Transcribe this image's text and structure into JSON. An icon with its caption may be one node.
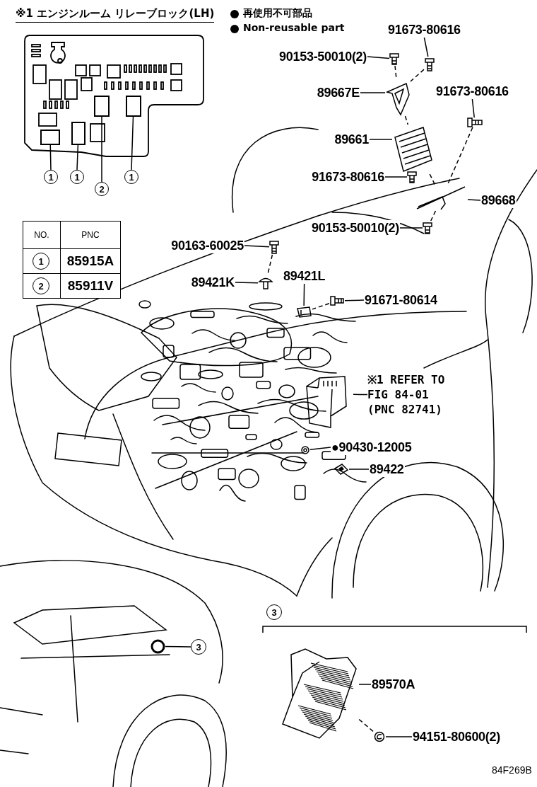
{
  "diagram": {
    "nodes": [
      {
        "text": [
          "91673-80616"
        ]
      },
      {
        "text": [],
        "shape": "picture"
      },
      {
        "text": [
          "90153-50010(2)"
        ]
      },
      {
        "text": [],
        "shape": "picture"
      },
      {
        "text": [
          "89667E"
        ]
      },
      {
        "text": [],
        "shape": "picture"
      },
      {
        "text": [
          "91673-80616"
        ]
      },
      {
        "text": [],
        "shape": "picture"
      },
      {
        "text": [
          "89661"
        ]
      },
      {
        "text": [],
        "shape": "picture"
      },
      {
        "text": [
          "91673-80616"
        ]
      },
      {
        "text": [],
        "shape": "picture"
      },
      {
        "text": [
          "89668"
        ]
      },
      {
        "text": [],
        "shape": "picture"
      },
      {
        "text": [
          "90153-50010(2)"
        ]
      },
      {
        "text": [],
        "shape": "picture"
      },
      {
        "text": [
          "90163-60025"
        ]
      },
      {
        "text": [],
        "shape": "picture"
      },
      {
        "text": [
          "89421K"
        ]
      },
      {
        "text": [],
        "shape": "picture"
      },
      {
        "text": [
          "89421L"
        ]
      },
      {
        "text": [],
        "shape": "picture"
      },
      {
        "text": [
          "91671-80614"
        ]
      },
      {
        "text": [],
        "shape": "picture"
      },
      {
        "text": [
          "※1 REFER TO FIG 84-01 (PNC 82741)"
        ]
      },
      {
        "text": [],
        "shape": "picture"
      },
      {
        "text": [
          "●90430-12005"
        ]
      },
      {
        "text": [],
        "shape": "picture"
      },
      {
        "text": [
          "89422"
        ]
      },
      {
        "text": [],
        "shape": "picture"
      },
      {
        "text": [
          "3"
        ]
      },
      {
        "text": [],
        "shape": "circle"
      },
      {
        "text": [
          "89570A"
        ]
      },
      {
        "text": [],
        "shape": "picture"
      },
      {
        "text": [
          "94151-80600(2)"
        ]
      },
      {
        "text": [],
        "shape": "picture"
      },
      {
        "text": [
          "1"
        ]
      },
      {
        "text": [],
        "shape": "box"
      },
      {
        "text": [
          "1"
        ]
      },
      {
        "text": [],
        "shape": "box"
      },
      {
        "text": [
          "2"
        ]
      },
      {
        "text": [],
        "shape": "box"
      },
      {
        "text": [
          "1"
        ]
      },
      {
        "text": [],
        "shape": "box"
      },
      {
        "text": [
          "1"
        ]
      },
      {
        "text": [
          "2"
        ]
      },
      {
        "text": [
          "3"
        ]
      }
    ],
    "edges": [
      {
        "from": 0,
        "to": 1,
        "arrow": "none"
      },
      {
        "from": 2,
        "to": 3,
        "arrow": "none"
      },
      {
        "from": 4,
        "to": 5,
        "arrow": "none"
      },
      {
        "from": 6,
        "to": 7,
        "arrow": "none"
      },
      {
        "from": 8,
        "to": 9,
        "arrow": "none"
      },
      {
        "from": 10,
        "to": 11,
        "arrow": "none"
      },
      {
        "from": 12,
        "to": 13,
        "arrow": "none"
      },
      {
        "from": 14,
        "to": 15,
        "arrow": "none"
      },
      {
        "from": 16,
        "to": 17,
        "arrow": "none"
      },
      {
        "from": 18,
        "to": 19,
        "arrow": "none"
      },
      {
        "from": 20,
        "to": 21,
        "arrow": "none"
      },
      {
        "from": 22,
        "to": 23,
        "arrow": "none"
      },
      {
        "from": 24,
        "to": 25,
        "arrow": "none"
      },
      {
        "from": 26,
        "to": 27,
        "arrow": "none"
      },
      {
        "from": 28,
        "to": 29,
        "arrow": "none"
      },
      {
        "from": 30,
        "to": 31,
        "arrow": "none"
      },
      {
        "from": 32,
        "to": 33,
        "arrow": "none"
      },
      {
        "from": 34,
        "to": 35,
        "arrow": "none"
      },
      {
        "from": 36,
        "to": 37,
        "arrow": "none"
      },
      {
        "from": 38,
        "to": 39,
        "arrow": "none"
      },
      {
        "from": 40,
        "to": 41,
        "arrow": "none"
      },
      {
        "from": 42,
        "to": 43,
        "arrow": "none"
      },
      {
        "from": 3,
        "to": 5,
        "arrow": "none",
        "style": "dashed"
      },
      {
        "from": 1,
        "to": 5,
        "arrow": "none",
        "style": "dashed"
      },
      {
        "from": 5,
        "to": 9,
        "arrow": "none",
        "style": "dashed"
      },
      {
        "from": 9,
        "to": 13,
        "arrow": "none",
        "style": "dashed"
      },
      {
        "from": 7,
        "to": 13,
        "arrow": "none",
        "style": "dashed"
      },
      {
        "from": 13,
        "to": 15,
        "arrow": "none",
        "style": "dashed"
      },
      {
        "from": 17,
        "to": 19,
        "arrow": "none",
        "style": "dashed"
      },
      {
        "from": 23,
        "to": 21,
        "arrow": "none",
        "style": "dashed"
      },
      {
        "from": 35,
        "to": 33,
        "arrow": "none",
        "style": "dashed"
      }
    ],
    "labels": [
      "※1 エンジンルーム リレーブロック(LH)",
      "NO.",
      "PNC",
      "85915A",
      "85911V",
      "84F269B"
    ],
    "legend": [
      {
        "text": "再使用不可部品"
      },
      {
        "text": "Non-reusable part"
      }
    ]
  }
}
